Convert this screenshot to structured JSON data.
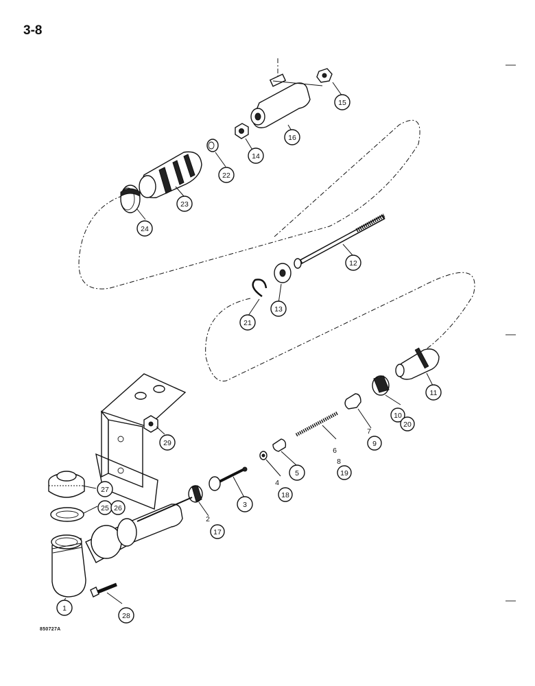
{
  "page": {
    "number": "3-8",
    "figure_code": "850727A"
  },
  "callouts": [
    {
      "id": "c1",
      "lines": [
        "1"
      ]
    },
    {
      "id": "c2",
      "lines": [
        "2",
        "17"
      ]
    },
    {
      "id": "c3",
      "lines": [
        "3"
      ]
    },
    {
      "id": "c4",
      "lines": [
        "4",
        "18"
      ]
    },
    {
      "id": "c5",
      "lines": [
        "5"
      ]
    },
    {
      "id": "c6",
      "lines": [
        "6",
        "8",
        "19"
      ]
    },
    {
      "id": "c7",
      "lines": [
        "7",
        "9"
      ]
    },
    {
      "id": "c10",
      "lines": [
        "10",
        "20"
      ]
    },
    {
      "id": "c11",
      "lines": [
        "11"
      ]
    },
    {
      "id": "c12",
      "lines": [
        "12"
      ]
    },
    {
      "id": "c13",
      "lines": [
        "13"
      ]
    },
    {
      "id": "c14",
      "lines": [
        "14"
      ]
    },
    {
      "id": "c15",
      "lines": [
        "15"
      ]
    },
    {
      "id": "c16",
      "lines": [
        "16"
      ]
    },
    {
      "id": "c21",
      "lines": [
        "21"
      ]
    },
    {
      "id": "c22",
      "lines": [
        "22"
      ]
    },
    {
      "id": "c23",
      "lines": [
        "23"
      ]
    },
    {
      "id": "c24",
      "lines": [
        "24"
      ]
    },
    {
      "id": "c25",
      "lines": [
        "25",
        "26"
      ]
    },
    {
      "id": "c27",
      "lines": [
        "27"
      ]
    },
    {
      "id": "c28",
      "lines": [
        "28"
      ]
    },
    {
      "id": "c29",
      "lines": [
        "29"
      ]
    }
  ]
}
